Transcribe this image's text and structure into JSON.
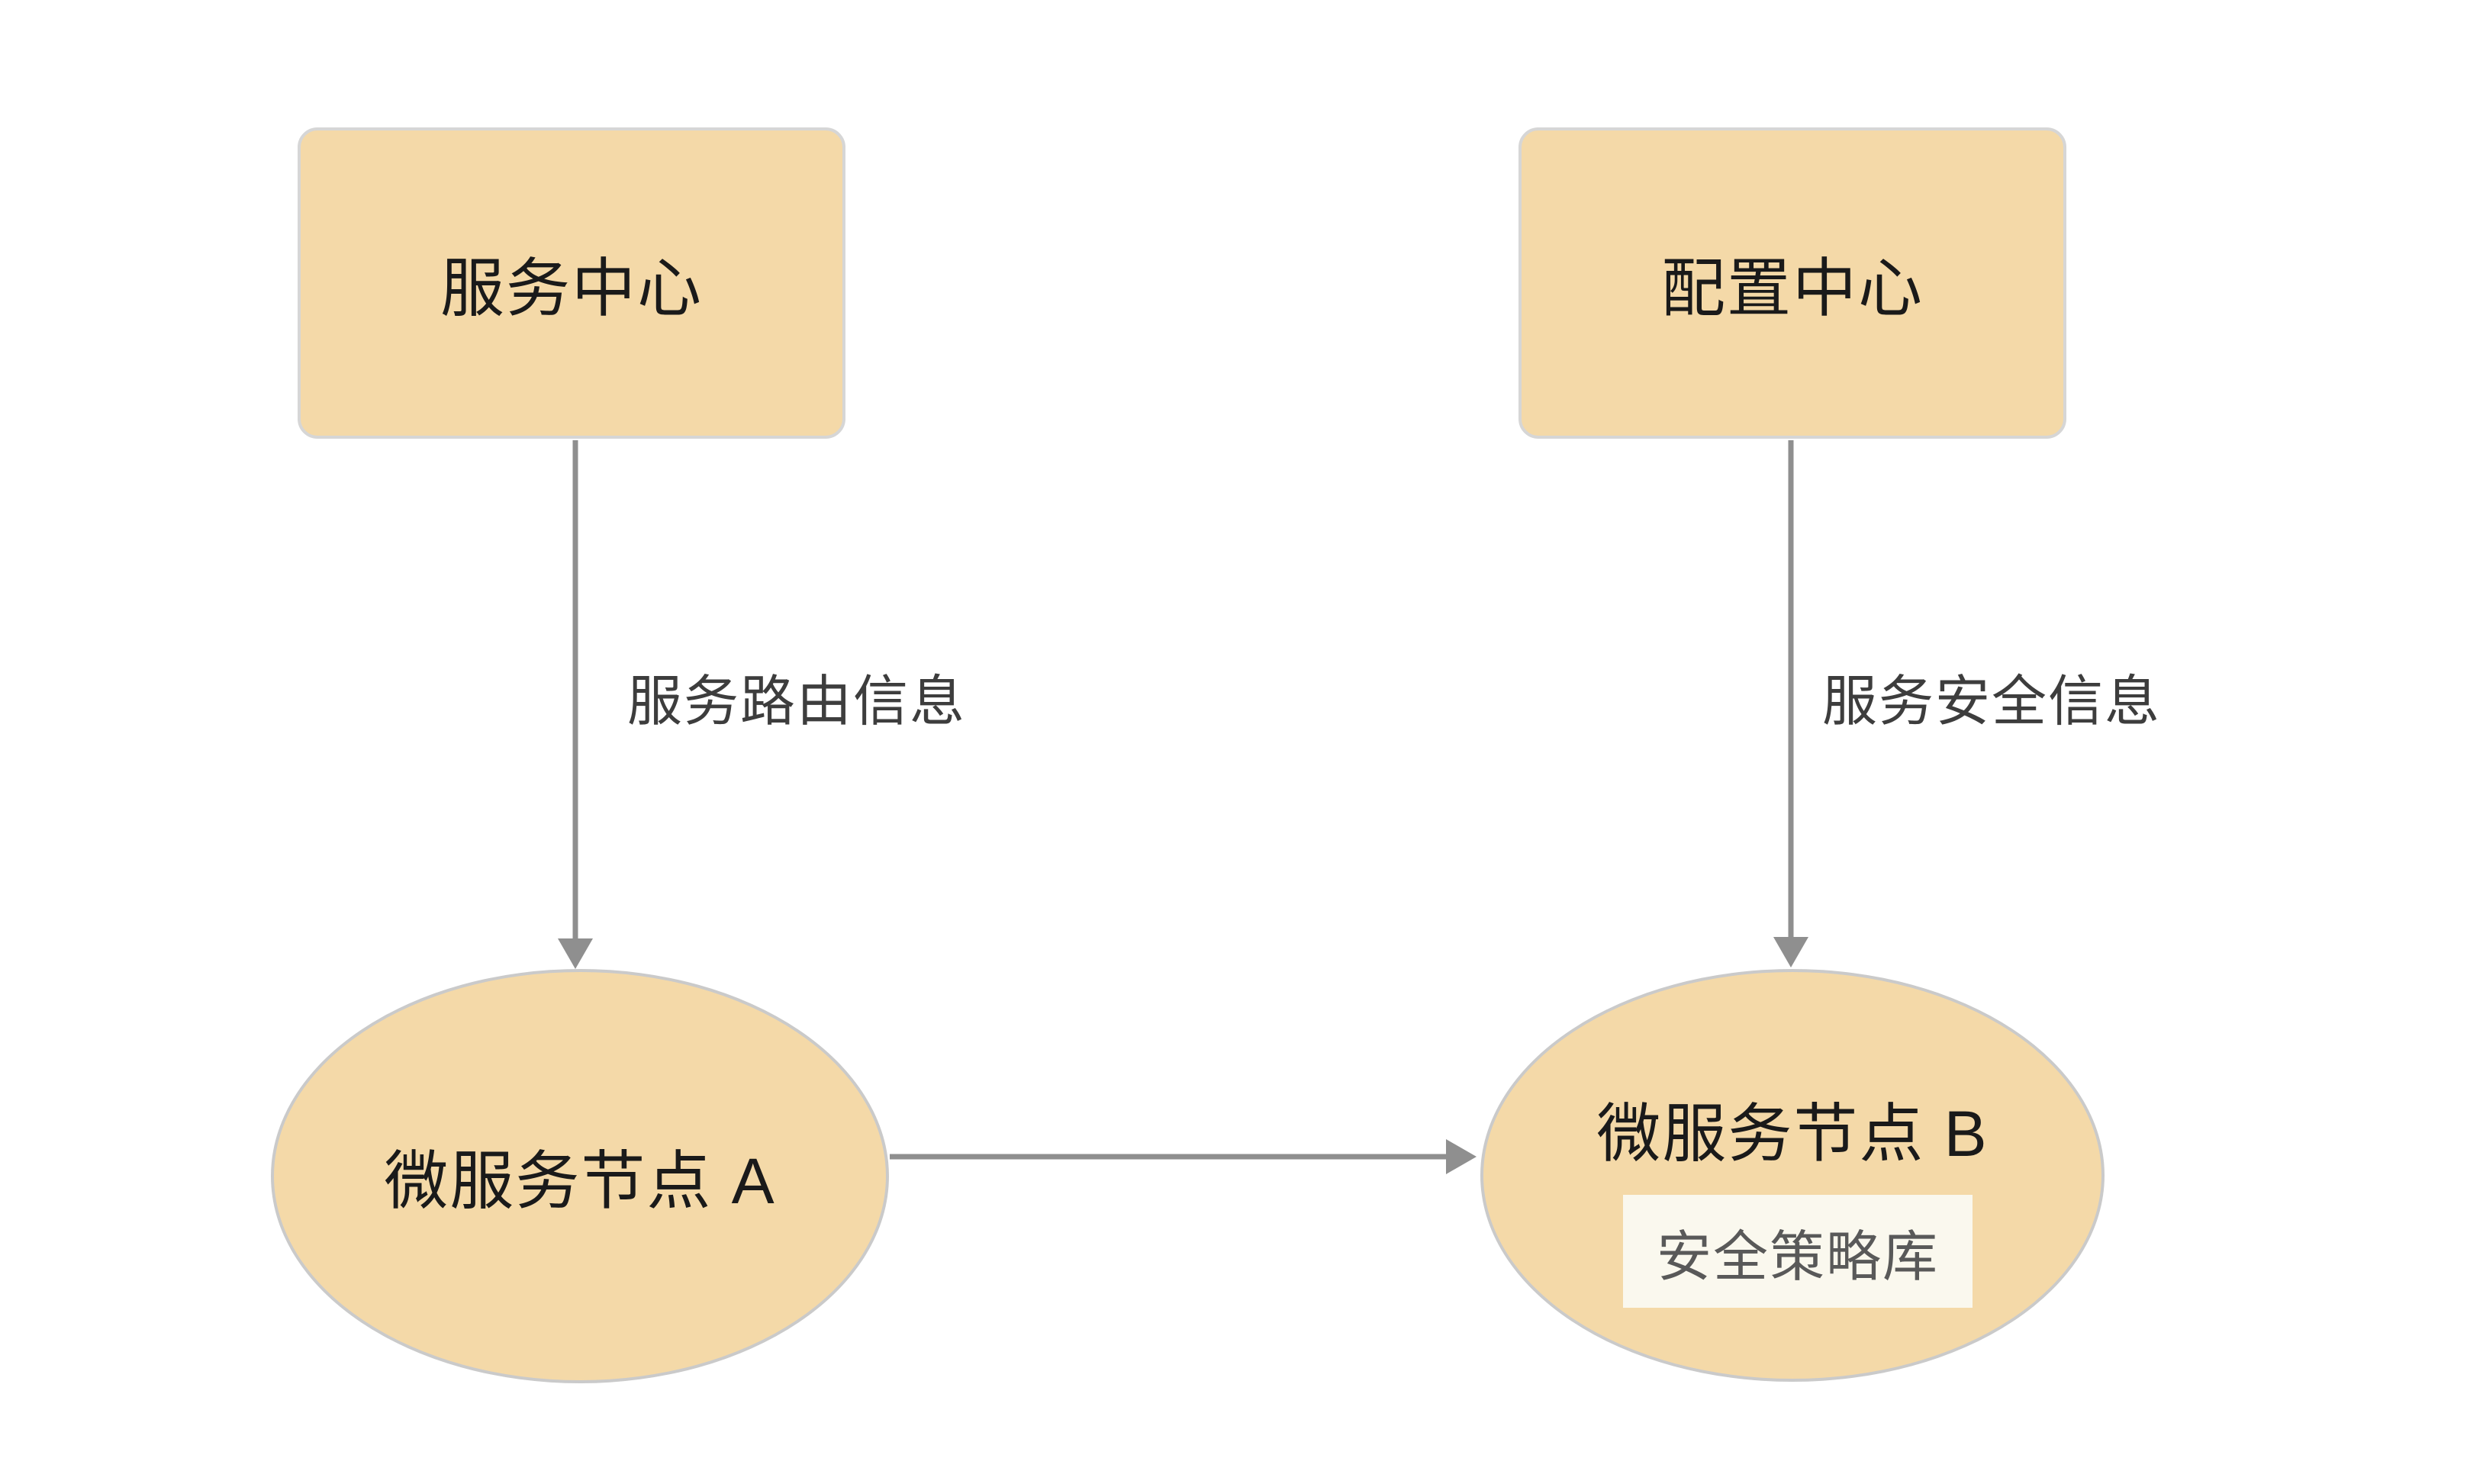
{
  "diagram": {
    "nodes": {
      "service_center": {
        "label": "服务中心"
      },
      "config_center": {
        "label": "配置中心"
      },
      "node_a": {
        "label": "微服务节点 A"
      },
      "node_b": {
        "label": "微服务节点 B",
        "inner_label": "安全策略库"
      }
    },
    "edges": {
      "service_routing": {
        "label": "服务路由信息"
      },
      "service_security": {
        "label": "服务安全信息"
      }
    }
  },
  "colors": {
    "background": "#FFFFFF",
    "node-fill": "#F4D9A8",
    "rect-border": "#D6D6D6",
    "ellipse-border": "#CACACA",
    "arrow": "#8F8F8F",
    "node-text": "#1A1A1A",
    "edge-label-text": "#3D3D3D",
    "inner-box-fill": "#FAF8EE",
    "inner-box-text": "#595959"
  }
}
